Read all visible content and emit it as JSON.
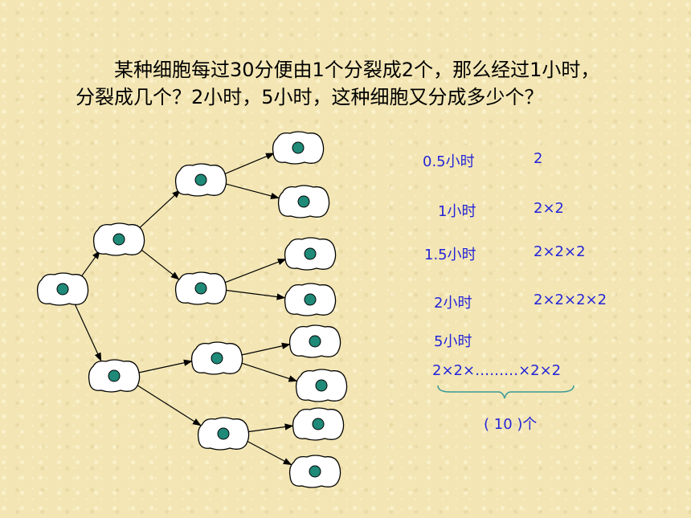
{
  "question": "某种细胞每过30分便由1个分裂成2个，那么经过1小时，分裂成几个？2小时，5小时，这种细胞又分成多少个？",
  "table": [
    {
      "time": "0.5小时",
      "value": "2"
    },
    {
      "time": "1小时",
      "value": "2×2"
    },
    {
      "time": "1.5小时",
      "value": "2×2×2"
    },
    {
      "time": "2小时",
      "value": "2×2×2×2"
    }
  ],
  "five_hours": {
    "time": "5小时",
    "expression": "2×2×………×2×2",
    "count_label": "( 10 )个"
  },
  "colors": {
    "label_text": "#2525d8",
    "brace": "#3a9a9a",
    "nucleus": "#1f8a78",
    "background": "#f3e6b4"
  },
  "diagram": {
    "cell_icon": "cell-icon",
    "generations": 4,
    "cells_in_last_generation": 8
  }
}
